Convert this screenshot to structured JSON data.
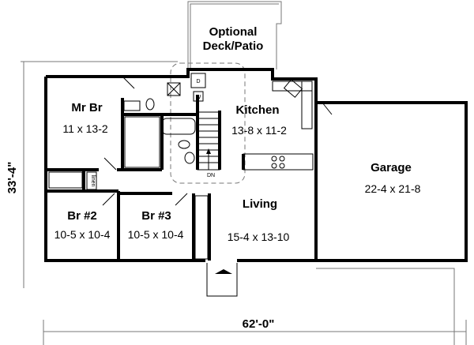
{
  "rooms": {
    "deck": {
      "line1": "Optional",
      "line2": "Deck/Patio"
    },
    "master": {
      "name": "Mr Br",
      "size": "11 x 13-2"
    },
    "kitchen": {
      "name": "Kitchen",
      "size": "13-8 x 11-2"
    },
    "garage": {
      "name": "Garage",
      "size": "22-4 x 21-8"
    },
    "living": {
      "name": "Living",
      "size": "15-4 x 13-10"
    },
    "br2": {
      "name": "Br #2",
      "size": "10-5 x 10-4"
    },
    "br3": {
      "name": "Br #3",
      "size": "10-5 x 10-4"
    }
  },
  "dimensions": {
    "depth": "33'-4\"",
    "width": "62'-0\""
  },
  "annotations": {
    "stairs": "DN",
    "washer": "W",
    "dryer": "D",
    "linen": "linen"
  }
}
